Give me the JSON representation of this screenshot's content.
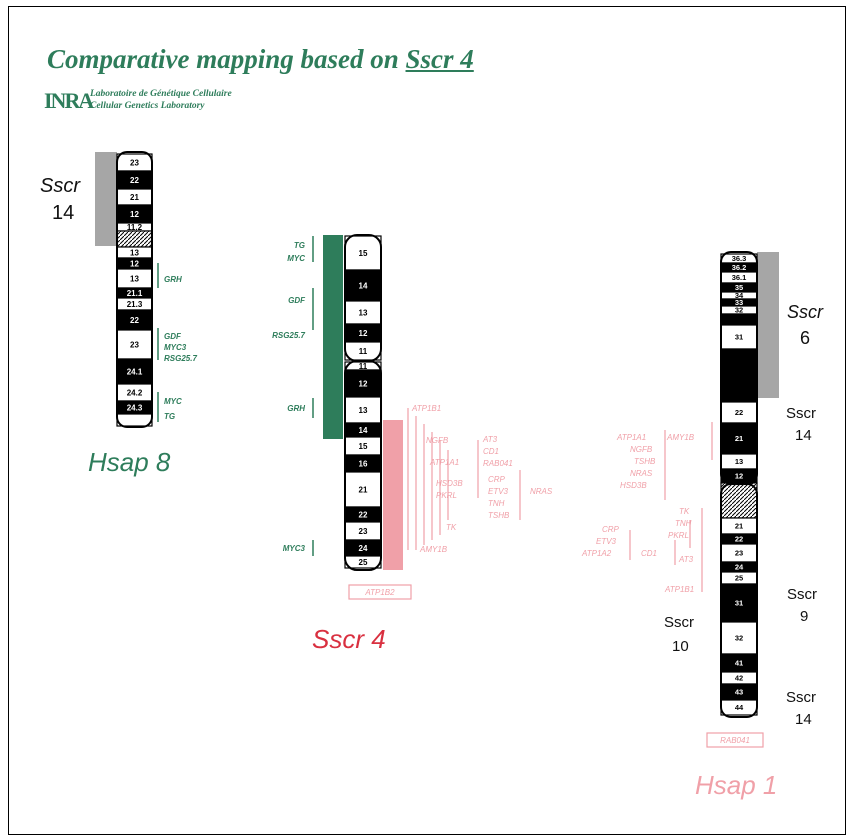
{
  "title": {
    "prefix": "Comparative mapping based on ",
    "underlined": "Sscr 4"
  },
  "logo": {
    "text": "INRA",
    "line1": "Laboratoire de Génétique Cellulaire",
    "line2": "Cellular Genetics Laboratory"
  },
  "colors": {
    "green": "#2e7d5b",
    "red": "#d93040",
    "pink": "#f0a0a8",
    "gray": "#a6a6a6"
  },
  "hsap8": {
    "label": "Hsap 8",
    "bands": [
      "23",
      "22",
      "21",
      "12",
      "11.2",
      "",
      "13",
      "12",
      "13",
      "21.1",
      "21.3",
      "22",
      "23",
      "24.1",
      "24.2",
      "24.3"
    ],
    "ssc_block": {
      "line1": "Sscr",
      "line2": "14"
    },
    "genes": [
      {
        "text": "GRH"
      },
      {
        "text": "GDF"
      },
      {
        "text": "MYC3"
      },
      {
        "text": "RSG25.7"
      },
      {
        "text": "MYC"
      },
      {
        "text": "TG"
      }
    ]
  },
  "sscr4": {
    "label": "Sscr 4",
    "bands": [
      "15",
      "14",
      "13",
      "12",
      "11",
      "11",
      "12",
      "13",
      "14",
      "15",
      "16",
      "21",
      "22",
      "23",
      "24",
      "25"
    ],
    "genes_green": [
      {
        "text": "TG"
      },
      {
        "text": "MYC"
      },
      {
        "text": "GDF"
      },
      {
        "text": "RSG25.7"
      },
      {
        "text": "GRH"
      },
      {
        "text": "MYC3"
      }
    ],
    "genes_pink": [
      {
        "text": "ATP1B1"
      },
      {
        "text": "NGFB"
      },
      {
        "text": "ATP1A1"
      },
      {
        "text": "HSD3B"
      },
      {
        "text": "PKRL"
      },
      {
        "text": "TK"
      },
      {
        "text": "AMY1B"
      },
      {
        "text": "AT3"
      },
      {
        "text": "CD1"
      },
      {
        "text": "RAB041"
      },
      {
        "text": "CRP"
      },
      {
        "text": "ETV3"
      },
      {
        "text": "TNH"
      },
      {
        "text": "TSHB"
      },
      {
        "text": "NRAS"
      }
    ],
    "boxed": "ATP1B2"
  },
  "hsap1": {
    "label": "Hsap 1",
    "bands": [
      "36.3",
      "36.2",
      "36.1",
      "35",
      "34",
      "33",
      "32",
      "31",
      "22",
      "21",
      "13",
      "12",
      "",
      "21",
      "22",
      "23",
      "24",
      "25",
      "31",
      "32",
      "41",
      "42",
      "43",
      "44"
    ],
    "genes": [
      {
        "text": "ATP1A1"
      },
      {
        "text": "AMY1B"
      },
      {
        "text": "NGFB"
      },
      {
        "text": "TSHB"
      },
      {
        "text": "NRAS"
      },
      {
        "text": "HSD3B"
      },
      {
        "text": "TK"
      },
      {
        "text": "TNH"
      },
      {
        "text": "PKRL"
      },
      {
        "text": "CRP"
      },
      {
        "text": "ETV3"
      },
      {
        "text": "ATP1A2"
      },
      {
        "text": "CD1"
      },
      {
        "text": "AT3"
      },
      {
        "text": "ATP1B1"
      }
    ],
    "boxed": "RAB041",
    "ssc_labels": [
      {
        "line1": "Sscr",
        "line2": "6"
      },
      {
        "line1": "Sscr",
        "line2": "14"
      },
      {
        "line1": "Sscr",
        "line2": "10"
      },
      {
        "line1": "Sscr",
        "line2": "9"
      },
      {
        "line1": "Sscr",
        "line2": "14"
      }
    ]
  }
}
